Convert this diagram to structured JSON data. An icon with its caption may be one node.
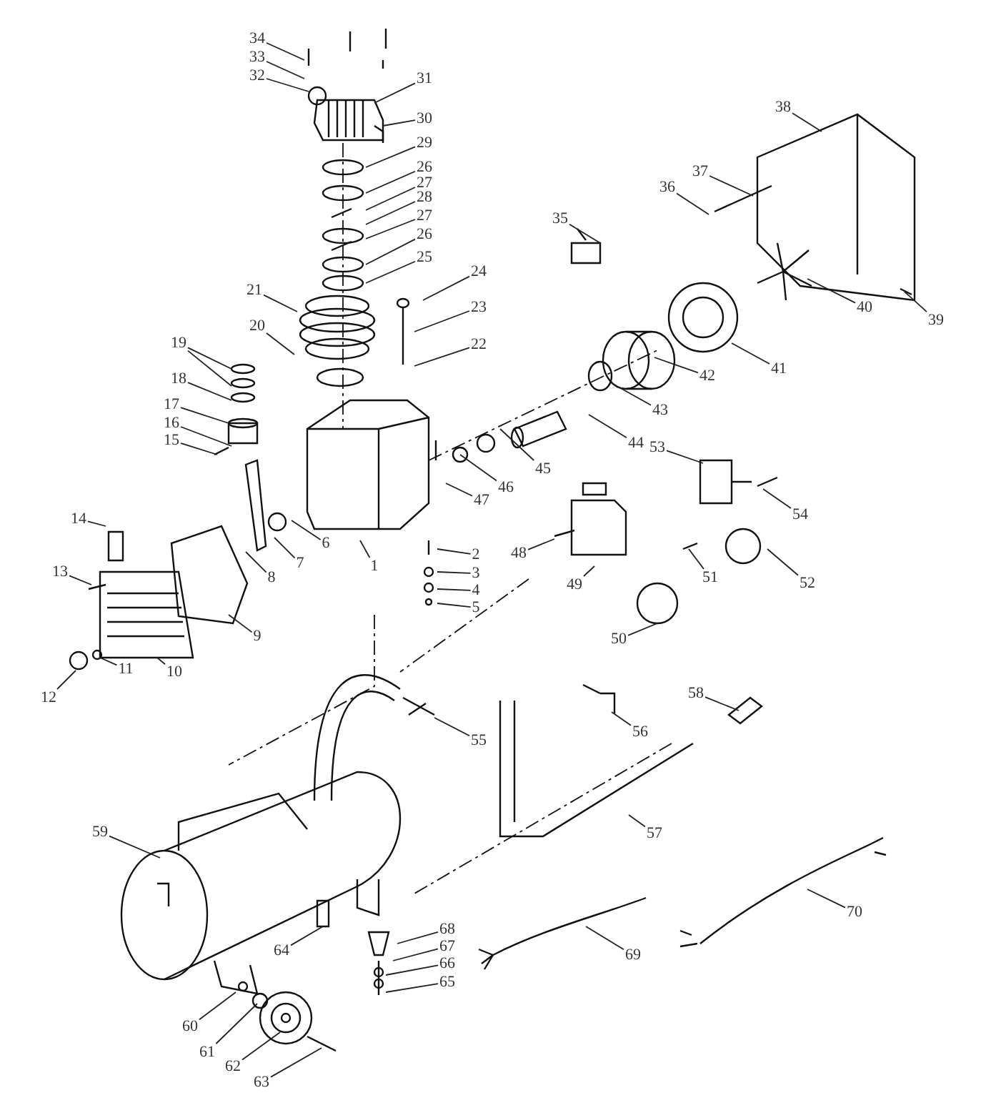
{
  "diagram": {
    "nodes": [
      {
        "text": [
          "34"
        ]
      },
      {
        "text": [
          "33"
        ]
      },
      {
        "text": [
          "32"
        ]
      },
      {
        "text": [
          "31"
        ]
      },
      {
        "text": [
          "30"
        ]
      },
      {
        "text": [
          "29"
        ]
      },
      {
        "text": [
          "26"
        ]
      },
      {
        "text": [
          "27"
        ]
      },
      {
        "text": [
          "28"
        ]
      },
      {
        "text": [
          "27"
        ]
      },
      {
        "text": [
          "26"
        ]
      },
      {
        "text": [
          "25"
        ]
      },
      {
        "text": [
          "24"
        ]
      },
      {
        "text": [
          "23"
        ]
      },
      {
        "text": [
          "22"
        ]
      },
      {
        "text": [
          "21"
        ]
      },
      {
        "text": [
          "20"
        ]
      },
      {
        "text": [
          "19"
        ]
      },
      {
        "text": [
          "18"
        ]
      },
      {
        "text": [
          "17"
        ]
      },
      {
        "text": [
          "16"
        ]
      },
      {
        "text": [
          "15"
        ]
      },
      {
        "text": [
          "14"
        ]
      },
      {
        "text": [
          "13"
        ]
      },
      {
        "text": [
          "12"
        ]
      },
      {
        "text": [
          "11"
        ]
      },
      {
        "text": [
          "10"
        ]
      },
      {
        "text": [
          "9"
        ]
      },
      {
        "text": [
          "8"
        ]
      },
      {
        "text": [
          "7"
        ]
      },
      {
        "text": [
          "6"
        ]
      },
      {
        "text": [
          "1"
        ]
      },
      {
        "text": [
          "2"
        ]
      },
      {
        "text": [
          "3"
        ]
      },
      {
        "text": [
          "4"
        ]
      },
      {
        "text": [
          "5"
        ]
      },
      {
        "text": [
          "47"
        ]
      },
      {
        "text": [
          "46"
        ]
      },
      {
        "text": [
          "45"
        ]
      },
      {
        "text": [
          "44"
        ]
      },
      {
        "text": [
          "43"
        ]
      },
      {
        "text": [
          "42"
        ]
      },
      {
        "text": [
          "41"
        ]
      },
      {
        "text": [
          "40"
        ]
      },
      {
        "text": [
          "39"
        ]
      },
      {
        "text": [
          "38"
        ]
      },
      {
        "text": [
          "37"
        ]
      },
      {
        "text": [
          "36"
        ]
      },
      {
        "text": [
          "35"
        ]
      },
      {
        "text": [
          "53"
        ]
      },
      {
        "text": [
          "54"
        ]
      },
      {
        "text": [
          "52"
        ]
      },
      {
        "text": [
          "51"
        ]
      },
      {
        "text": [
          "49"
        ]
      },
      {
        "text": [
          "48"
        ]
      },
      {
        "text": [
          "50"
        ]
      },
      {
        "text": [
          "56"
        ]
      },
      {
        "text": [
          "55"
        ]
      },
      {
        "text": [
          "58"
        ]
      },
      {
        "text": [
          "57"
        ]
      },
      {
        "text": [
          "59"
        ]
      },
      {
        "text": [
          "64"
        ]
      },
      {
        "text": [
          "68"
        ]
      },
      {
        "text": [
          "67"
        ]
      },
      {
        "text": [
          "66"
        ]
      },
      {
        "text": [
          "65"
        ]
      },
      {
        "text": [
          "69"
        ]
      },
      {
        "text": [
          "70"
        ]
      },
      {
        "text": [
          "60"
        ]
      },
      {
        "text": [
          "61"
        ]
      },
      {
        "text": [
          "62"
        ]
      },
      {
        "text": [
          "63"
        ]
      }
    ],
    "edges": [
      {
        "from": 0,
        "to": null,
        "arrow": "none"
      },
      {
        "from": 1,
        "to": null,
        "arrow": "none"
      },
      {
        "from": 2,
        "to": null,
        "arrow": "none"
      },
      {
        "from": 3,
        "to": null,
        "arrow": "none"
      },
      {
        "from": 4,
        "to": null,
        "arrow": "none"
      },
      {
        "from": 5,
        "to": null,
        "arrow": "none"
      },
      {
        "from": 6,
        "to": null,
        "arrow": "none"
      },
      {
        "from": 7,
        "to": null,
        "arrow": "none"
      },
      {
        "from": 8,
        "to": null,
        "arrow": "none"
      },
      {
        "from": 9,
        "to": null,
        "arrow": "none"
      },
      {
        "from": 10,
        "to": null,
        "arrow": "none"
      },
      {
        "from": 11,
        "to": null,
        "arrow": "none"
      },
      {
        "from": 12,
        "to": null,
        "arrow": "none"
      },
      {
        "from": 13,
        "to": null,
        "arrow": "none"
      },
      {
        "from": 14,
        "to": null,
        "arrow": "none"
      },
      {
        "from": 15,
        "to": null,
        "arrow": "none"
      },
      {
        "from": 16,
        "to": null,
        "arrow": "none"
      },
      {
        "from": 17,
        "to": null,
        "arrow": "none"
      },
      {
        "from": 17,
        "to": null,
        "arrow": "none"
      },
      {
        "from": 18,
        "to": null,
        "arrow": "none"
      },
      {
        "from": 19,
        "to": null,
        "arrow": "none"
      },
      {
        "from": 20,
        "to": null,
        "arrow": "none"
      },
      {
        "from": 21,
        "to": null,
        "arrow": "none"
      },
      {
        "from": 22,
        "to": null,
        "arrow": "none"
      },
      {
        "from": 23,
        "to": null,
        "arrow": "none"
      },
      {
        "from": 24,
        "to": null,
        "arrow": "none"
      },
      {
        "from": 25,
        "to": null,
        "arrow": "none"
      },
      {
        "from": 26,
        "to": null,
        "arrow": "none"
      },
      {
        "from": 27,
        "to": null,
        "arrow": "none"
      },
      {
        "from": 28,
        "to": null,
        "arrow": "none"
      },
      {
        "from": 29,
        "to": null,
        "arrow": "none"
      },
      {
        "from": 30,
        "to": null,
        "arrow": "none"
      },
      {
        "from": 31,
        "to": null,
        "arrow": "none"
      },
      {
        "from": 32,
        "to": null,
        "arrow": "none"
      },
      {
        "from": 33,
        "to": null,
        "arrow": "none"
      },
      {
        "from": 34,
        "to": null,
        "arrow": "none"
      },
      {
        "from": 35,
        "to": null,
        "arrow": "none"
      },
      {
        "from": 36,
        "to": null,
        "arrow": "none"
      },
      {
        "from": 37,
        "to": null,
        "arrow": "none"
      },
      {
        "from": 38,
        "to": null,
        "arrow": "none"
      },
      {
        "from": 39,
        "to": null,
        "arrow": "none"
      },
      {
        "from": 40,
        "to": null,
        "arrow": "none"
      },
      {
        "from": 41,
        "to": null,
        "arrow": "none"
      },
      {
        "from": 42,
        "to": null,
        "arrow": "none"
      },
      {
        "from": 43,
        "to": null,
        "arrow": "none"
      },
      {
        "from": 44,
        "to": null,
        "arrow": "none"
      },
      {
        "from": 45,
        "to": null,
        "arrow": "none"
      },
      {
        "from": 46,
        "to": null,
        "arrow": "none"
      },
      {
        "from": 47,
        "to": null,
        "arrow": "none"
      },
      {
        "from": 48,
        "to": null,
        "arrow": "none"
      },
      {
        "from": 49,
        "to": null,
        "arrow": "none"
      },
      {
        "from": 50,
        "to": null,
        "arrow": "none"
      },
      {
        "from": 51,
        "to": null,
        "arrow": "none"
      },
      {
        "from": 52,
        "to": null,
        "arrow": "none"
      },
      {
        "from": 53,
        "to": null,
        "arrow": "none"
      },
      {
        "from": 54,
        "to": null,
        "arrow": "none"
      },
      {
        "from": 55,
        "to": null,
        "arrow": "none"
      },
      {
        "from": 56,
        "to": null,
        "arrow": "none"
      },
      {
        "from": 57,
        "to": null,
        "arrow": "none"
      },
      {
        "from": 58,
        "to": null,
        "arrow": "none"
      },
      {
        "from": 59,
        "to": null,
        "arrow": "none"
      },
      {
        "from": 60,
        "to": null,
        "arrow": "none"
      },
      {
        "from": 61,
        "to": null,
        "arrow": "none"
      },
      {
        "from": 62,
        "to": null,
        "arrow": "none"
      },
      {
        "from": 63,
        "to": null,
        "arrow": "none"
      },
      {
        "from": 64,
        "to": null,
        "arrow": "none"
      },
      {
        "from": 65,
        "to": null,
        "arrow": "none"
      },
      {
        "from": 66,
        "to": null,
        "arrow": "none"
      },
      {
        "from": 67,
        "to": null,
        "arrow": "none"
      },
      {
        "from": 68,
        "to": null,
        "arrow": "none"
      },
      {
        "from": 69,
        "to": null,
        "arrow": "none"
      },
      {
        "from": 70,
        "to": null,
        "arrow": "none"
      },
      {
        "from": 71,
        "to": null,
        "arrow": "none"
      }
    ]
  }
}
